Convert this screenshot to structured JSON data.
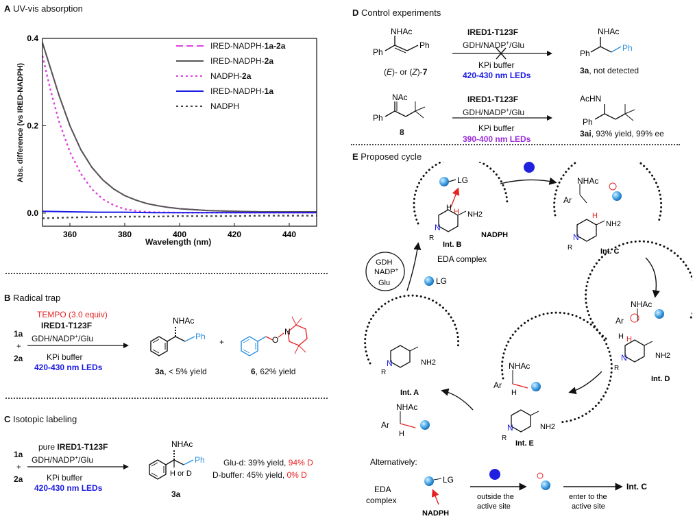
{
  "panelA": {
    "letter": "A",
    "title": "UV-vis absorption",
    "chart_data": {
      "type": "line",
      "xlabel": "Wavelength (nm)",
      "ylabel": "Abs. difference (vs IRED-NADPH)",
      "xlim": [
        350,
        450
      ],
      "ylim": [
        -0.03,
        0.4
      ],
      "xticks": [
        360,
        380,
        400,
        420,
        440
      ],
      "yticks": [
        0.0,
        0.2,
        0.4
      ],
      "xtick_labels": [
        "360",
        "380",
        "400",
        "420",
        "440"
      ],
      "ytick_labels": [
        "0.0",
        "0.2",
        "0.4"
      ],
      "legend_position": "top-right",
      "series": [
        {
          "name": "IRED-NADPH-1a-2a",
          "color": "#e040e0",
          "style": "dashed",
          "x": [
            350,
            353,
            356,
            360,
            364,
            368,
            372,
            376,
            380,
            384,
            388,
            392,
            396,
            400,
            410,
            420,
            430,
            440,
            450
          ],
          "y": [
            0.39,
            0.33,
            0.27,
            0.2,
            0.145,
            0.105,
            0.076,
            0.055,
            0.04,
            0.03,
            0.022,
            0.017,
            0.013,
            0.01,
            0.006,
            0.004,
            0.003,
            0.003,
            0.003
          ]
        },
        {
          "name": "IRED-NADPH-2a",
          "color": "#555555",
          "style": "solid",
          "x": [
            350,
            353,
            356,
            360,
            364,
            368,
            372,
            376,
            380,
            384,
            388,
            392,
            396,
            400,
            410,
            420,
            430,
            440,
            450
          ],
          "y": [
            0.39,
            0.33,
            0.27,
            0.2,
            0.145,
            0.105,
            0.076,
            0.055,
            0.04,
            0.03,
            0.022,
            0.017,
            0.013,
            0.01,
            0.006,
            0.004,
            0.003,
            0.003,
            0.003
          ]
        },
        {
          "name": "NADPH-2a",
          "color": "#e040e0",
          "style": "dotted",
          "x": [
            350,
            353,
            356,
            360,
            364,
            368,
            372,
            376,
            380,
            385,
            390,
            400,
            410,
            420,
            430,
            440,
            450
          ],
          "y": [
            0.36,
            0.28,
            0.21,
            0.14,
            0.09,
            0.055,
            0.032,
            0.018,
            0.009,
            0.004,
            0.002,
            0.001,
            0.001,
            0.001,
            0.001,
            0.001,
            0.001
          ]
        },
        {
          "name": "IRED-NADPH-1a",
          "color": "#1a1ae6",
          "style": "solid",
          "x": [
            350,
            360,
            370,
            380,
            390,
            400,
            410,
            420,
            430,
            440,
            450
          ],
          "y": [
            0.004,
            0.003,
            0.002,
            0.002,
            0.001,
            0.001,
            0.001,
            0.001,
            0.001,
            0.001,
            0.001
          ]
        },
        {
          "name": "NADPH",
          "color": "#444444",
          "style": "dotted",
          "x": [
            350,
            360,
            370,
            380,
            390,
            400,
            410,
            420,
            430,
            440,
            450
          ],
          "y": [
            -0.012,
            -0.01,
            -0.009,
            -0.008,
            -0.008,
            -0.007,
            -0.007,
            -0.007,
            -0.006,
            -0.006,
            -0.006
          ]
        }
      ]
    },
    "legend": [
      {
        "pre": "IRED-NADPH-",
        "bold": "1a-2a"
      },
      {
        "pre": "IRED-NADPH-",
        "bold": "2a"
      },
      {
        "pre": "NADPH-",
        "bold": "2a"
      },
      {
        "pre": "IRED-NADPH-",
        "bold": "1a"
      },
      {
        "pre": "NADPH",
        "bold": ""
      }
    ]
  },
  "panelB": {
    "letter": "B",
    "title": "Radical trap",
    "r1": "1a",
    "plus": "+",
    "r2": "2a",
    "additive": "TEMPO (3.0 equiv)",
    "enzyme": "IRED1-T123F",
    "cofactor": "GDH/NADP+/Glu",
    "buffer": "KPi buffer",
    "light": "420-430 nm LEDs",
    "product1_struct": {
      "nhac": "NHAc",
      "ph": "Ph"
    },
    "product1_id": "3a",
    "product1_yield": ", < 5% yield",
    "plus2": "+",
    "product2_struct": {
      "n": "N",
      "o": "O"
    },
    "product2_id": "6",
    "product2_yield": ", 62% yield"
  },
  "panelC": {
    "letter": "C",
    "title": "Isotopic labeling",
    "r1": "1a",
    "plus": "+",
    "r2": "2a",
    "enzyme_pre": "pure ",
    "enzyme": "IRED1-T123F",
    "cofactor": "GDH/NADP+/Glu",
    "buffer": "KPi buffer",
    "light": "420-430 nm LEDs",
    "product_struct": {
      "nhac": "NHAc",
      "hd": "H or D",
      "ph": "Ph"
    },
    "product_id": "3a",
    "result1_label": "Glu-d: 39% yield, ",
    "result1_d": "94% D",
    "result2_label": "D-buffer: 45% yield,  ",
    "result2_d": "0% D"
  },
  "panelD": {
    "letter": "D",
    "title": "Control experiments",
    "rxn1": {
      "sm_struct": {
        "nhac": "NHAc",
        "ph1": "Ph",
        "ph2": "Ph"
      },
      "sm_label_pre": "(",
      "sm_label_e": "E",
      "sm_label_mid": ")- or (",
      "sm_label_z": "Z",
      "sm_label_post": ")-",
      "sm_id": "7",
      "enzyme": "IRED1-T123F",
      "cofactor": "GDH/NADP+/Glu",
      "buffer": "KPi buffer",
      "light": "420-430 nm LEDs",
      "product_struct": {
        "nhac": "NHAc",
        "ph1": "Ph",
        "ph2": "Ph"
      },
      "product_id": "3a",
      "product_note": ", not detected"
    },
    "rxn2": {
      "sm_struct": {
        "nac": "NAc",
        "ph": "Ph"
      },
      "sm_id": "8",
      "enzyme": "IRED1-T123F",
      "cofactor": "GDH/NADP+/Glu",
      "buffer": "KPi buffer",
      "light": "390-400 nm LEDs",
      "product_struct": {
        "achn": "AcHN",
        "ph": "Ph"
      },
      "product_id": "3ai",
      "product_note": ", 93% yield, 99% ee"
    }
  },
  "panelE": {
    "letter": "E",
    "title": "Proposed cycle",
    "lg": "LG",
    "nadph": "NADPH",
    "intB": "Int. B",
    "eda": "EDA complex",
    "intC": "Int. C",
    "intD": "Int. D",
    "intE": "Int. E",
    "intA": "Int. A",
    "gdh": [
      "GDH",
      "NADP+",
      "Glu"
    ],
    "nhac": "NHAc",
    "ar": "Ar",
    "nh2": "NH2",
    "h": "H",
    "n": "N",
    "r": "R",
    "alternatively": "Alternatively:",
    "eda_complex": [
      "EDA",
      "complex"
    ],
    "alt_nadph": "NADPH",
    "outside": [
      "outside the",
      "active site"
    ],
    "enter": [
      "enter to the",
      "active site"
    ],
    "alt_intC": "Int. C"
  }
}
